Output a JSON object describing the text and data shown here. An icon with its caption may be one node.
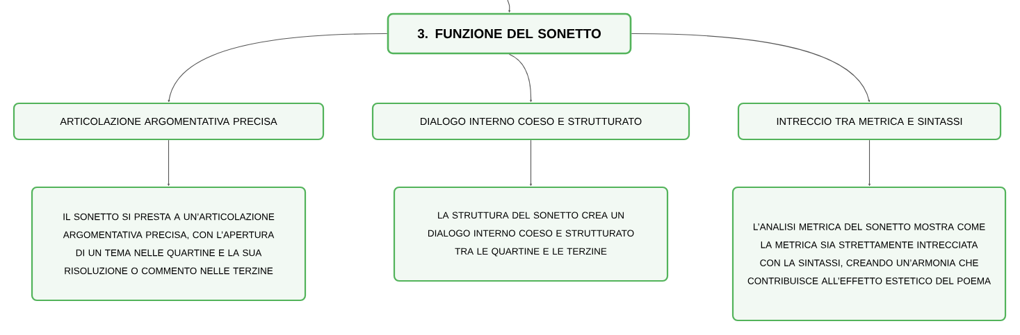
{
  "diagram": {
    "nodes": [
      {
        "text": [
          "3. FUNZIONE DEL SONETTO"
        ]
      },
      {
        "text": [
          "ARTICOLAZIONE ARGOMENTATIVA PRECISA"
        ]
      },
      {
        "text": [
          "DIALOGO INTERNO COESO E STRUTTURATO"
        ]
      },
      {
        "text": [
          "INTRECCIO TRA METRICA E SINTASSI"
        ]
      },
      {
        "text": [
          "IL SONETTO SI PRESTA A UN’ARTICOLAZIONE ARGOMENTATIVA PRECISA, CON L’APERTURA DI UN TEMA NELLE QUARTINE E LA SUA RISOLUZIONE O COMMENTO NELLE TERZINE"
        ]
      },
      {
        "text": [
          "LA STRUTTURA DEL SONETTO CREA UN DIALOGO INTERNO COESO E STRUTTURATO TRA LE QUARTINE E LE TERZINE"
        ]
      },
      {
        "text": [
          "L’ANALISI METRICA DEL SONETTO MOSTRA COME LA METRICA SIA STRETTAMENTE INTRECCIATA CON LA SINTASSI, CREANDO UN’ARMONIA CHE CONTRIBUISCE ALL’EFFETTO ESTETICO DEL POEMA"
        ]
      }
    ],
    "edges": [
      {
        "from": null,
        "to": 0,
        "arrow": "to"
      },
      {
        "from": 0,
        "to": 1,
        "arrow": "to"
      },
      {
        "from": 0,
        "to": 2,
        "arrow": "to"
      },
      {
        "from": 0,
        "to": 3,
        "arrow": "to"
      },
      {
        "from": 1,
        "to": 4,
        "arrow": "to"
      },
      {
        "from": 2,
        "to": 5,
        "arrow": "to"
      },
      {
        "from": 3,
        "to": 6,
        "arrow": "to"
      }
    ]
  }
}
